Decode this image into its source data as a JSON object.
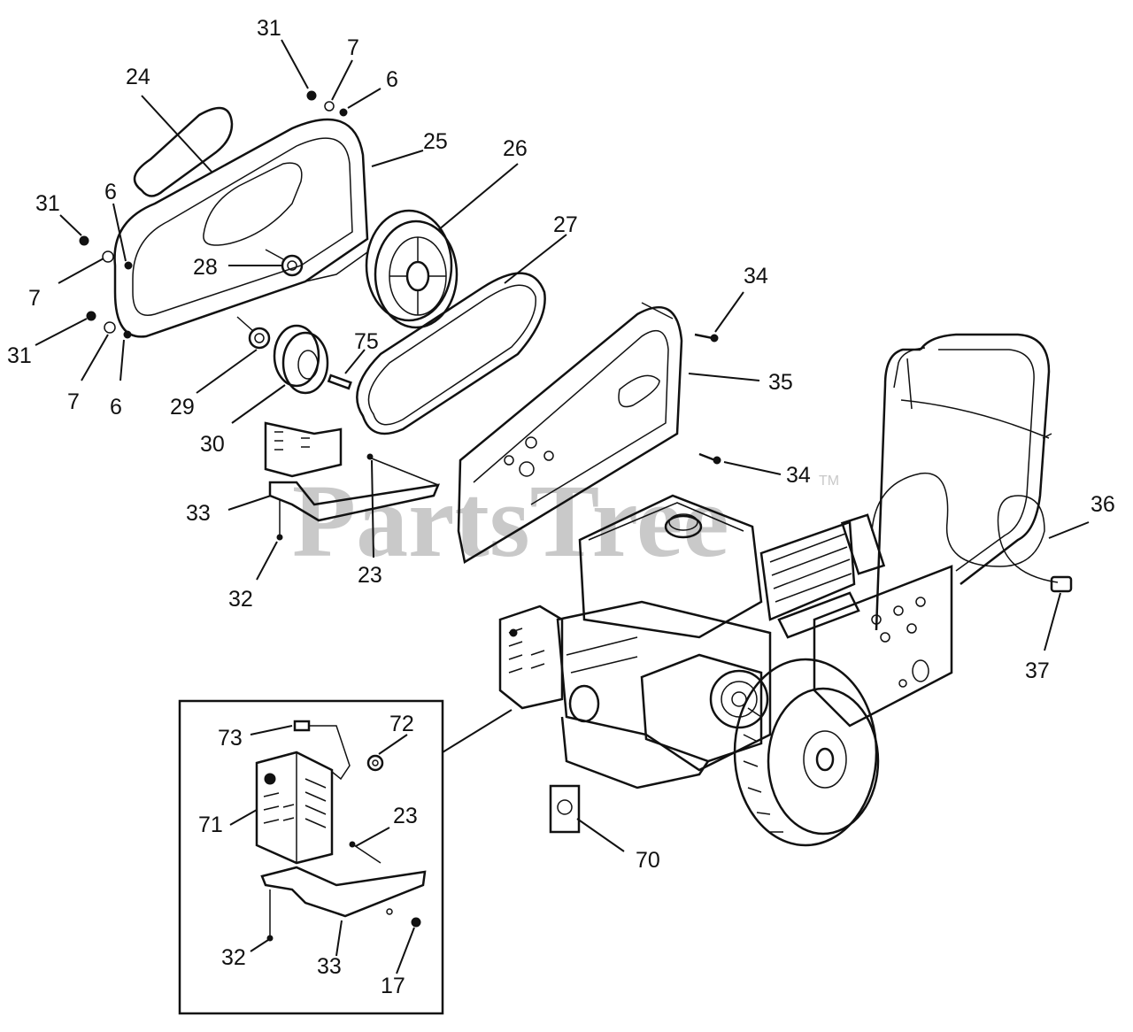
{
  "watermark": {
    "text": "PartsTree",
    "tm": "TM"
  },
  "callouts": [
    "31",
    "7",
    "6",
    "24",
    "25",
    "26",
    "31",
    "6",
    "7",
    "28",
    "27",
    "31",
    "7",
    "6",
    "34",
    "75",
    "29",
    "30",
    "35",
    "34",
    "33",
    "23",
    "32",
    "36",
    "37",
    "73",
    "72",
    "71",
    "23",
    "70",
    "32",
    "33",
    "17"
  ]
}
